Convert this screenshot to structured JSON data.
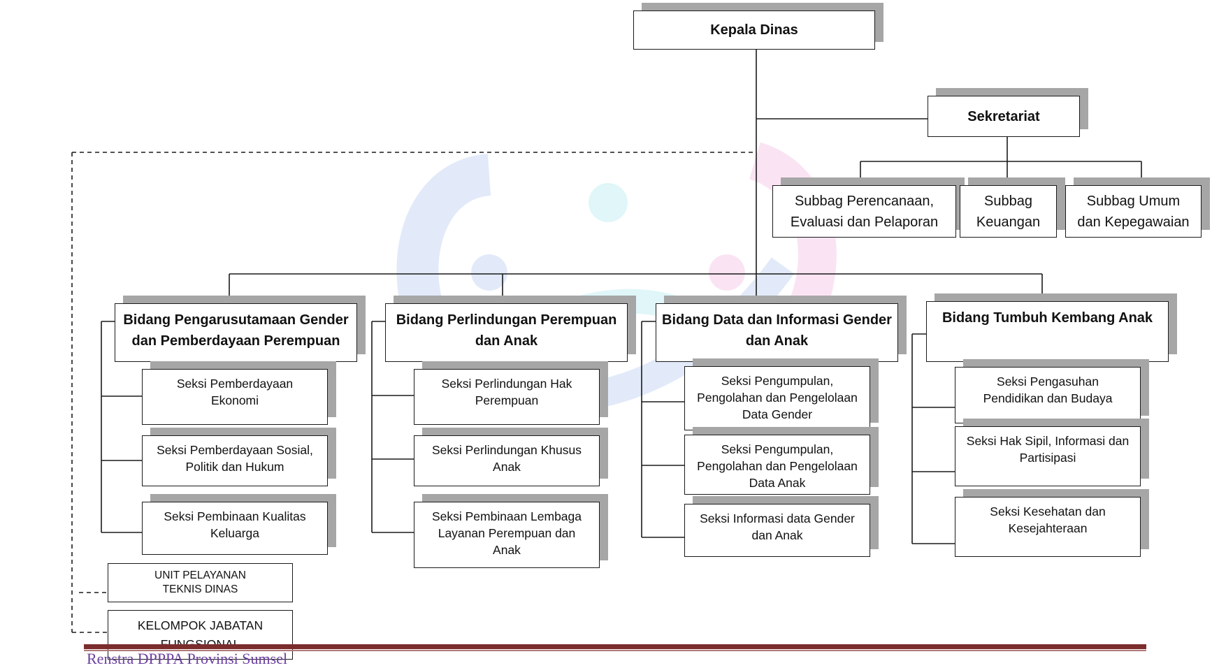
{
  "kepala": "Kepala Dinas",
  "sekretariat": {
    "title": "Sekretariat",
    "subbags": [
      [
        "Subbag Perencanaan,",
        "Evaluasi dan Pelaporan"
      ],
      [
        "Subbag",
        "Keuangan"
      ],
      [
        "Subbag Umum",
        "dan Kepegawaian"
      ]
    ]
  },
  "bidang": [
    {
      "title": [
        "Bidang Pengarusutamaan Gender",
        "dan Pemberdayaan Perempuan"
      ],
      "seksi": [
        [
          "Seksi Pemberdayaan",
          "Ekonomi"
        ],
        [
          "Seksi Pemberdayaan Sosial,",
          "Politik dan Hukum"
        ],
        [
          "Seksi Pembinaan Kualitas",
          "Keluarga"
        ]
      ]
    },
    {
      "title": [
        "Bidang Perlindungan Perempuan",
        "dan Anak"
      ],
      "seksi": [
        [
          "Seksi Perlindungan Hak",
          "Perempuan"
        ],
        [
          "Seksi Perlindungan Khusus",
          "Anak"
        ],
        [
          "Seksi Pembinaan Lembaga",
          "Layanan Perempuan dan",
          "Anak"
        ]
      ]
    },
    {
      "title": [
        "Bidang Data dan Informasi Gender",
        "dan Anak"
      ],
      "seksi": [
        [
          "Seksi Pengumpulan,",
          "Pengolahan dan Pengelolaan",
          "Data Gender"
        ],
        [
          "Seksi Pengumpulan,",
          "Pengolahan dan Pengelolaan",
          "Data Anak"
        ],
        [
          "Seksi Informasi data Gender",
          "dan Anak"
        ]
      ]
    },
    {
      "title": [
        "Bidang Tumbuh Kembang Anak"
      ],
      "seksi": [
        [
          "Seksi Pengasuhan",
          "Pendidikan dan Budaya"
        ],
        [
          "Seksi Hak Sipil, Informasi dan",
          "Partisipasi"
        ],
        [
          "Seksi Kesehatan dan",
          "Kesejahteraan"
        ]
      ]
    }
  ],
  "upt": [
    "UNIT  PELAYANAN",
    "TEKNIS DINAS"
  ],
  "kelompok": [
    "KELOMPOK JABATAN",
    "FUNGSIONAL"
  ],
  "footer": "Renstra DPPPA Provinsi Sumsel",
  "colors": {
    "line": "#1a1a1a",
    "shadow": "#a6a6a6",
    "footer_rule": "#7b2c2c",
    "footer_text": "#6b3fa0"
  }
}
